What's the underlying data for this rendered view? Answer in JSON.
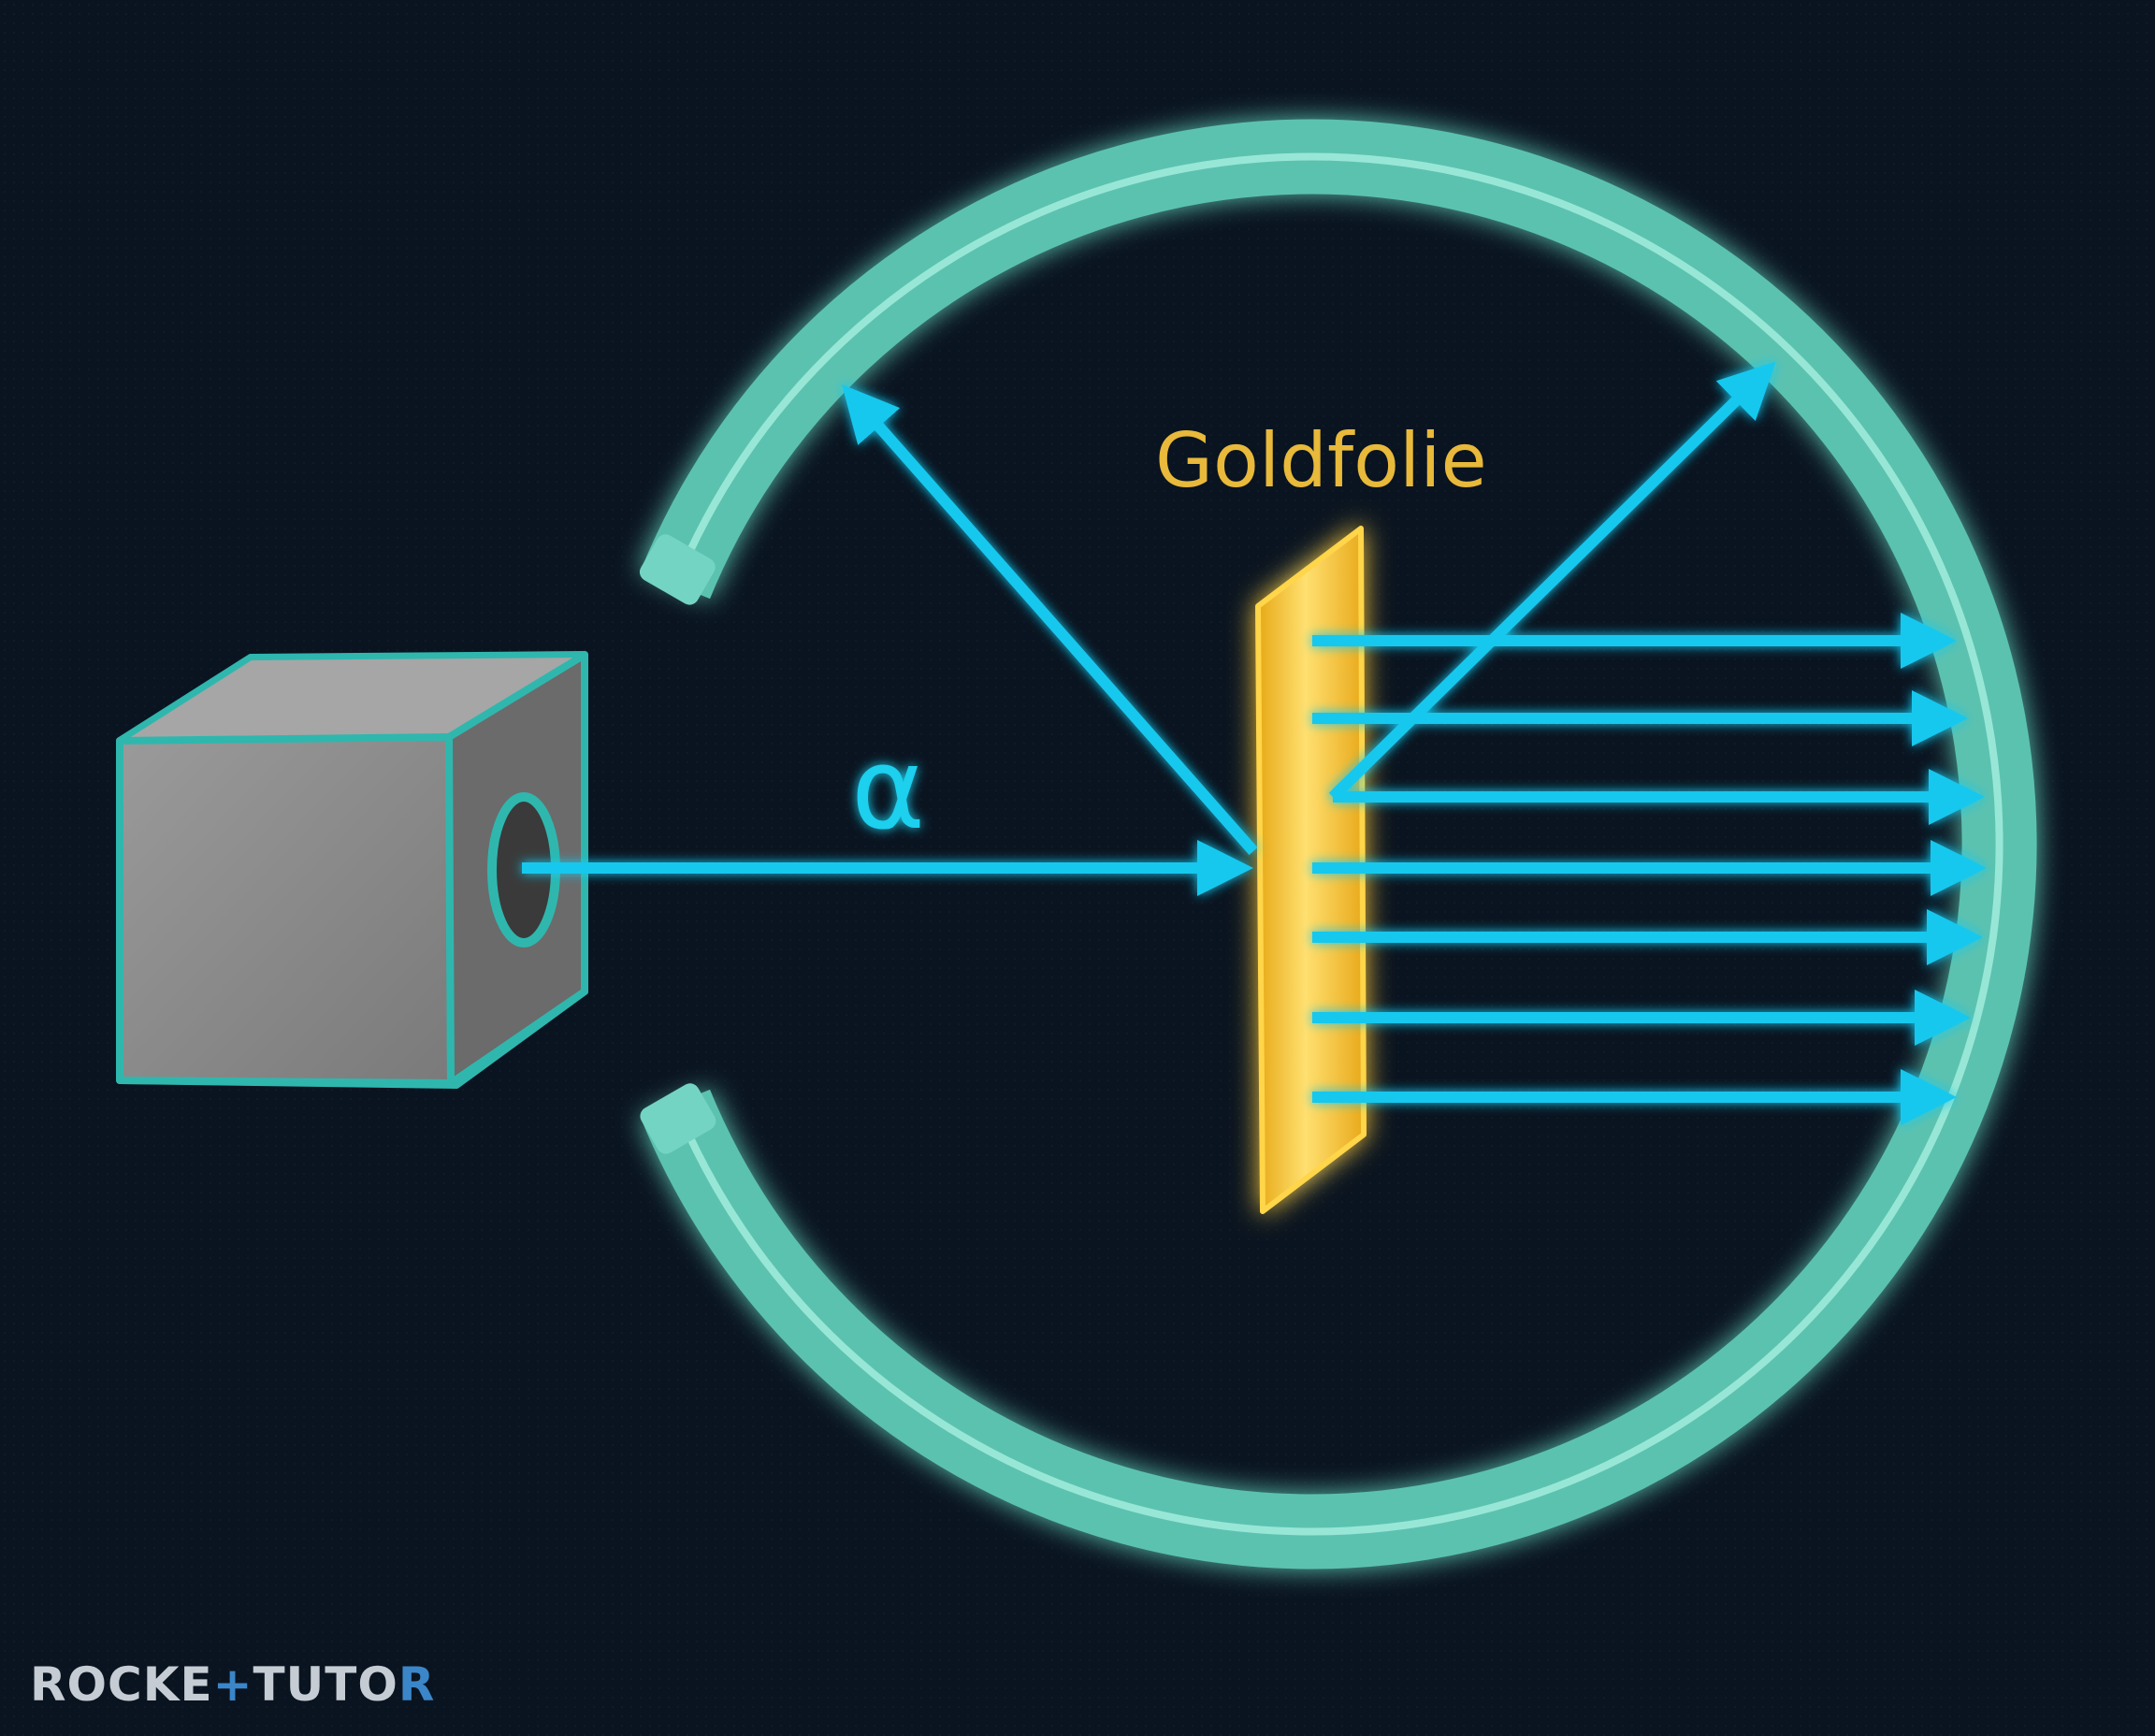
{
  "diagram": {
    "foil_label": "Goldfolie",
    "beam_label": "α"
  },
  "logo": {
    "part1": "ROCKE",
    "part2": "+",
    "part3": "TUTO",
    "part4": "R"
  },
  "colors": {
    "background": "#0a1420",
    "ring": "#5cc2b0",
    "ring_edge": "#a8f0e0",
    "beam": "#18c8ee",
    "foil": "#f0c030",
    "foil_label": "#e8b93a",
    "source_box": "#8a8a8a",
    "logo_text": "#c5ccd3",
    "logo_accent": "#3b86c8"
  }
}
